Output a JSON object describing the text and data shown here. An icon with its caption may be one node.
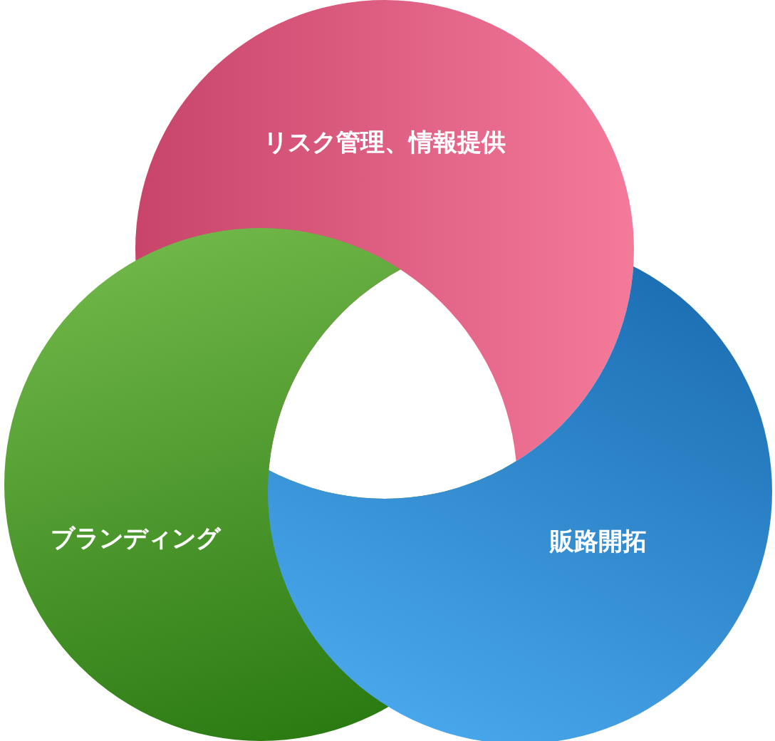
{
  "diagram": {
    "nodes": [
      {
        "text": [
          "リスク管理、情報提供"
        ]
      },
      {
        "text": [
          "ブランディング"
        ]
      },
      {
        "text": [
          "販路開拓"
        ]
      }
    ]
  }
}
